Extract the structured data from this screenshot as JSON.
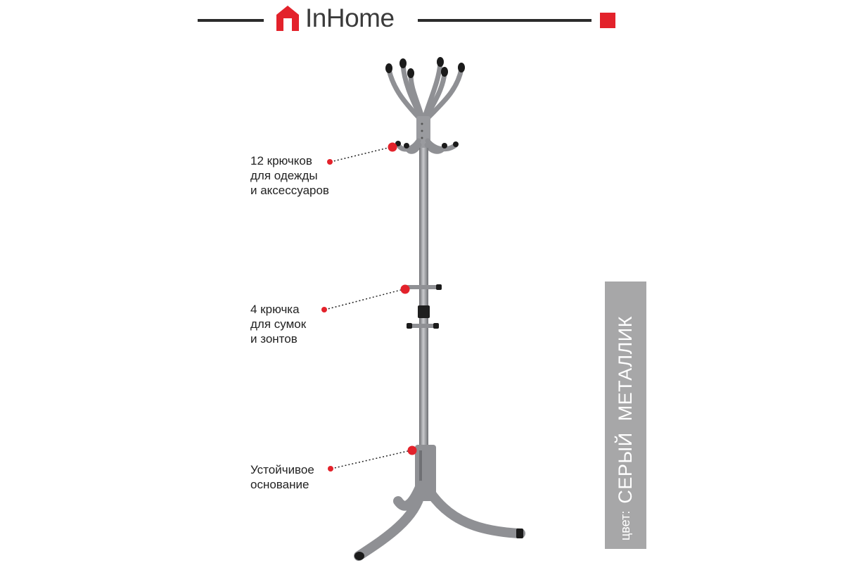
{
  "brand": {
    "name": "InHome",
    "accent_color": "#e3222b",
    "logo_icon": "house-icon"
  },
  "callouts": [
    {
      "lines": [
        "12 крючков",
        "для одежды",
        "и аксессуаров"
      ]
    },
    {
      "lines": [
        "4 крючка",
        "для сумок",
        "и зонтов"
      ]
    },
    {
      "lines": [
        "Устойчивое",
        "основание"
      ]
    }
  ],
  "color_info": {
    "label": "цвет:",
    "value": "СЕРЫЙ  МЕТАЛЛИК",
    "bar_color": "#a7a7a8"
  },
  "product": {
    "metal_color": "#8f9094",
    "tip_color": "#1b1b1b"
  }
}
